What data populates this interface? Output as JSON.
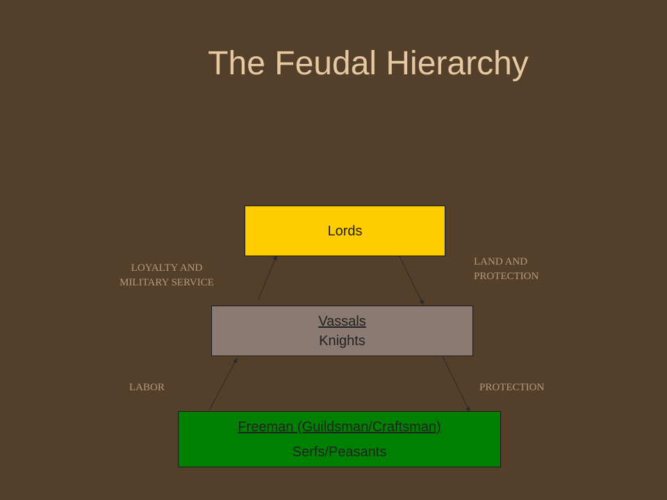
{
  "slide": {
    "title": "The Feudal Hierarchy"
  },
  "boxes": {
    "lords": {
      "label": "Lords",
      "color": "#ffcc00"
    },
    "vassals": {
      "line1": "Vassals",
      "line2": "Knights",
      "color": "#8a7a72"
    },
    "freeman": {
      "line1": "Freeman (Guildsman/Craftsman)",
      "line2": "Serfs/Peasants",
      "color": "#008000"
    }
  },
  "arrow_labels": {
    "loyalty_line1": "LOYALTY AND",
    "loyalty_line2": "MILITARY SERVICE",
    "land_line1": "LAND AND",
    "land_line2": "PROTECTION",
    "labor": "LABOR",
    "protection": "PROTECTION"
  },
  "colors": {
    "background": "#533f2a",
    "title": "#e6c9a0",
    "label": "#b59a80"
  }
}
